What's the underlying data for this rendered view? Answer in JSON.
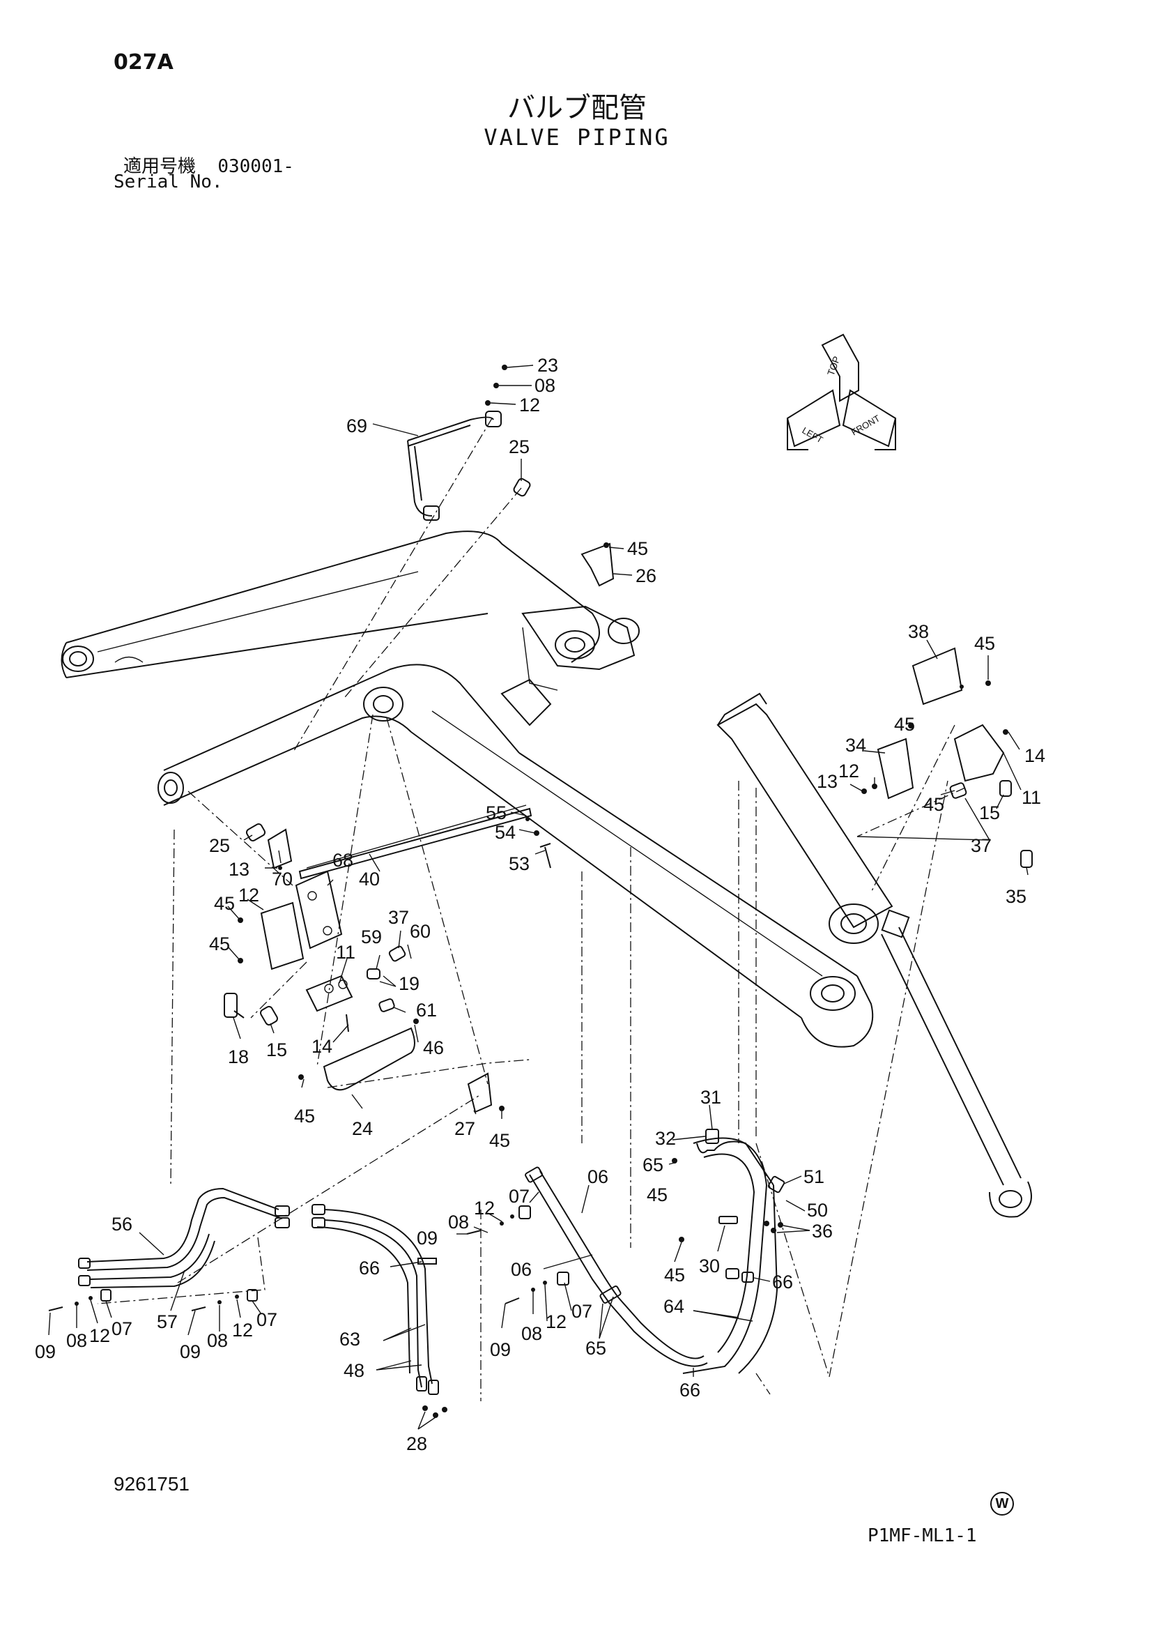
{
  "header": {
    "page_code": "027A",
    "title_jp": "バルブ配管",
    "title_en": "VALVE PIPING",
    "serial_label_jp": "適用号機",
    "serial_value": "030001-",
    "serial_label_en": "Serial No."
  },
  "footer": {
    "doc_number": "9261751",
    "mark": "W",
    "page_ref": "P1MF-ML1-1"
  },
  "orientation_icon": {
    "top": "TOP",
    "left": "LEFT",
    "front": "FRONT"
  },
  "callouts": {
    "c23": "23",
    "c08a": "08",
    "c12a": "12",
    "c69": "69",
    "c25a": "25",
    "c45a": "45",
    "c26": "26",
    "c38": "38",
    "c45b": "45",
    "c45c": "45",
    "c14a": "14",
    "c34": "34",
    "c12b": "12",
    "c13a": "13",
    "c11a": "11",
    "c45d": "45",
    "c15a": "15",
    "c37a": "37",
    "c35": "35",
    "c25b": "25",
    "c70": "70",
    "c55": "55",
    "c54": "54",
    "c53": "53",
    "c40": "40",
    "c13b": "13",
    "c68": "68",
    "c45e": "45",
    "c12c": "12",
    "c45f": "45",
    "c37b": "37",
    "c60": "60",
    "c59": "59",
    "c11b": "11",
    "c19": "19",
    "c61": "61",
    "c18": "18",
    "c15b": "15",
    "c14b": "14",
    "c46": "46",
    "c45g": "45",
    "c24": "24",
    "c27": "27",
    "c45h": "45",
    "c31": "31",
    "c32": "32",
    "c65a": "65",
    "c45i": "45",
    "c51": "51",
    "c50": "50",
    "c36": "36",
    "c45j": "45",
    "c30": "30",
    "c66a": "66",
    "c64": "64",
    "c66b": "66",
    "c07a": "07",
    "c06a": "06",
    "c12d": "12",
    "c08b": "08",
    "c09a": "09",
    "c06b": "06",
    "c66c": "66",
    "c63": "63",
    "c48": "48",
    "c28": "28",
    "c09b": "09",
    "c08c": "08",
    "c12e": "12",
    "c07b": "07",
    "c65b": "65",
    "c56": "56",
    "c57": "57",
    "c09c": "09",
    "c08d": "08",
    "c12f": "12",
    "c07c": "07",
    "c09d": "09",
    "c08e": "08",
    "c12g": "12",
    "c07d": "07"
  }
}
